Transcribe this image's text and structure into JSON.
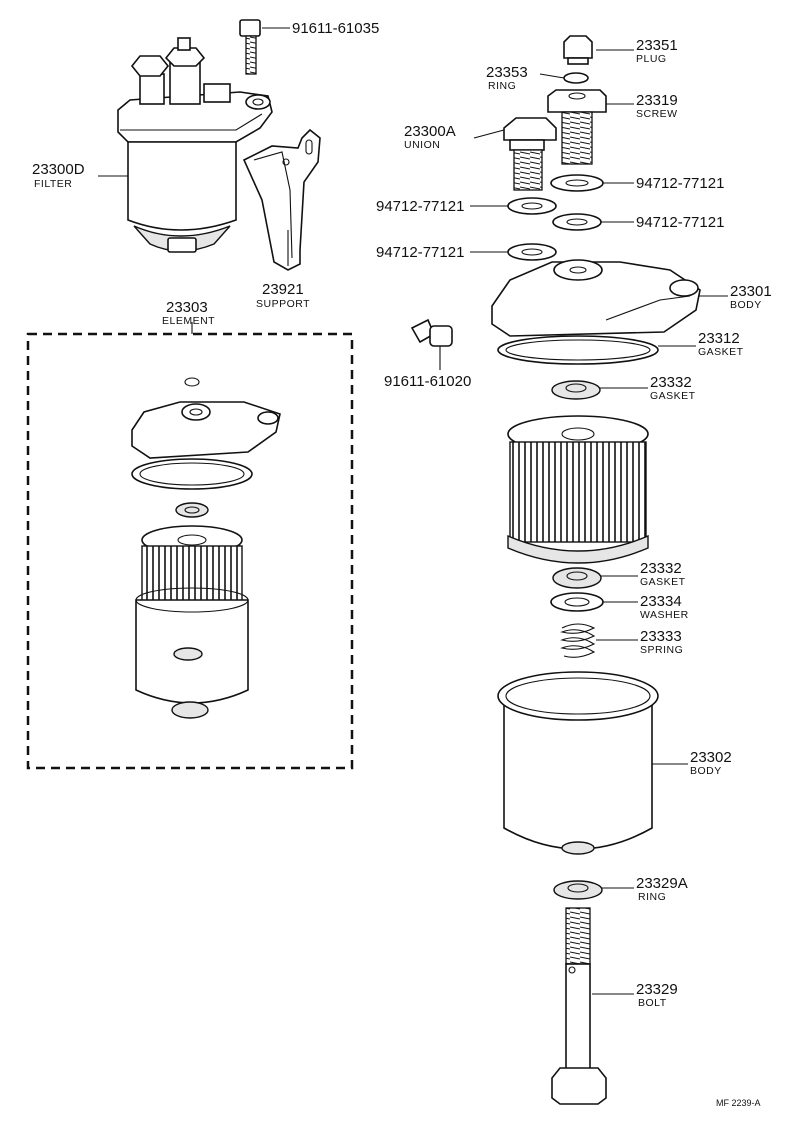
{
  "labels": {
    "l23300d": {
      "number": "23300D",
      "name": "FILTER"
    },
    "l91611a": {
      "number": "91611-61035"
    },
    "l23921": {
      "number": "23921",
      "name": "SUPPORT"
    },
    "l23303": {
      "number": "23303",
      "name": "ELEMENT"
    },
    "l91611b": {
      "number": "91611-61020"
    },
    "l23351": {
      "number": "23351",
      "name": "PLUG"
    },
    "l23353": {
      "number": "23353",
      "name": "RING"
    },
    "l23319": {
      "number": "23319",
      "name": "SCREW"
    },
    "l23300a": {
      "number": "23300A",
      "name": "UNION"
    },
    "l94712a": {
      "number": "94712-77121"
    },
    "l94712b": {
      "number": "94712-77121"
    },
    "l94712c": {
      "number": "94712-77121"
    },
    "l94712d": {
      "number": "94712-77121"
    },
    "l23301": {
      "number": "23301",
      "name": "BODY"
    },
    "l23312": {
      "number": "23312",
      "name": "GASKET"
    },
    "l23332a": {
      "number": "23332",
      "name": "GASKET"
    },
    "l23332b": {
      "number": "23332",
      "name": "GASKET"
    },
    "l23334": {
      "number": "23334",
      "name": "WASHER"
    },
    "l23333": {
      "number": "23333",
      "name": "SPRING"
    },
    "l23302": {
      "number": "23302",
      "name": "BODY"
    },
    "l23329a": {
      "number": "23329A",
      "name": "RING"
    },
    "l23329": {
      "number": "23329",
      "name": "BOLT"
    }
  },
  "drawing_code": "MF 2239-A"
}
